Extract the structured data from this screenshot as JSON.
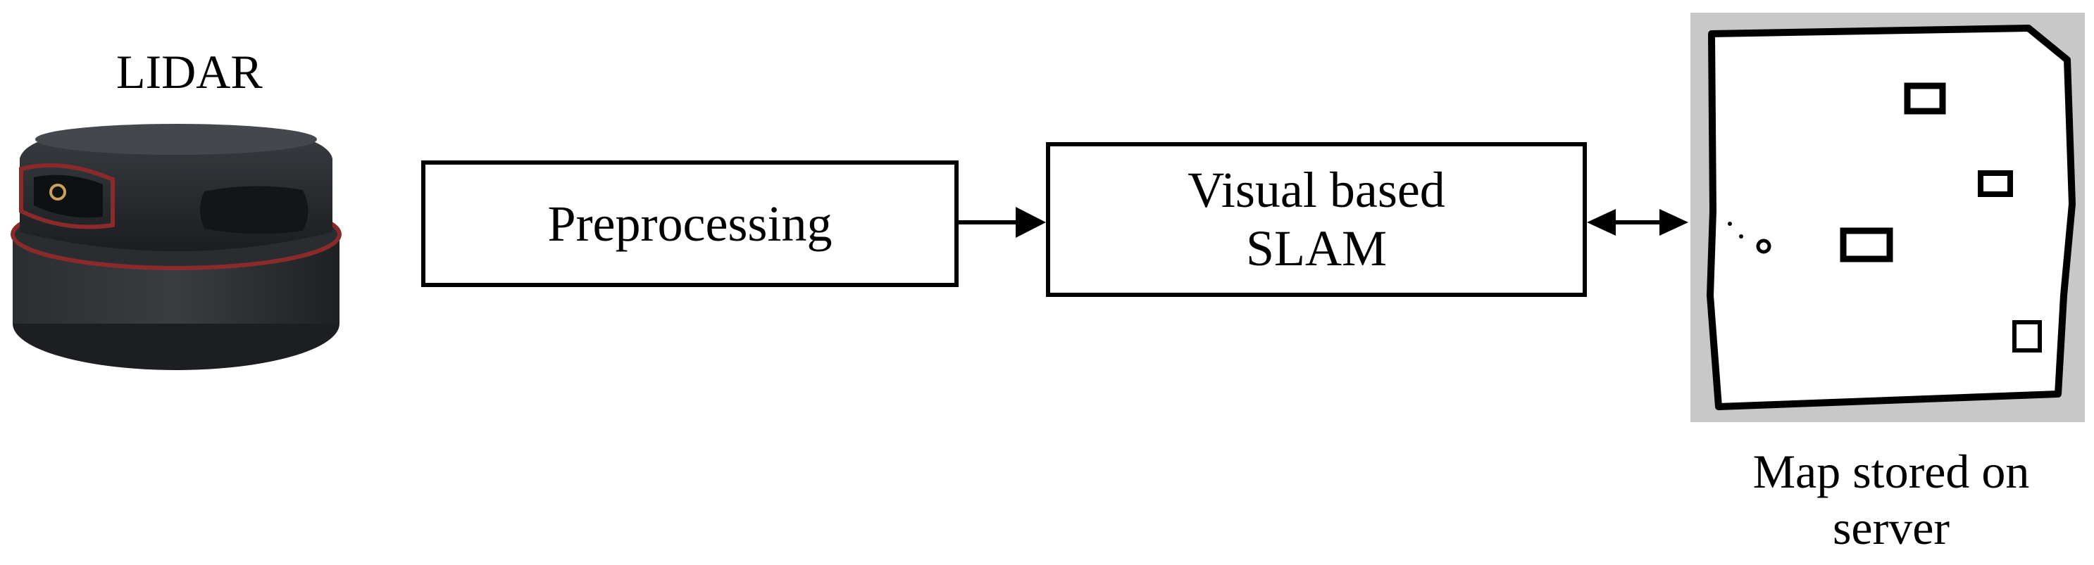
{
  "diagram": {
    "lidar_label": "LIDAR",
    "lidar_device": {
      "brand_text": ""
    },
    "preprocessing_box": {
      "label": "Preprocessing"
    },
    "slam_box": {
      "line1": "Visual based",
      "line2": "SLAM"
    },
    "map_caption": {
      "line1": "Map stored on",
      "line2": "server"
    },
    "colors": {
      "device_body": "#26292c",
      "device_accent": "#8a2a2a",
      "map_bg": "#c8c8c8"
    }
  }
}
